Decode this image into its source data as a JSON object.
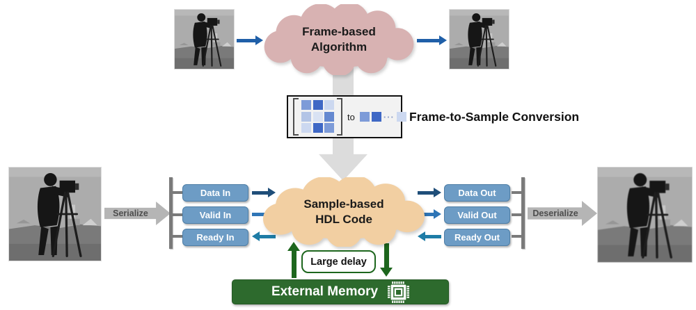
{
  "top": {
    "cloud_line1": "Frame-based",
    "cloud_line2": "Algorithm"
  },
  "conversion": {
    "label": "Frame-to-Sample Conversion",
    "to_text": "to",
    "dots": "···",
    "matrix_cells": [
      "#7d9bd8",
      "#3f68c5",
      "#ccd8f0",
      "#b3c4e6",
      "#d9e2f3",
      "#6488d0",
      "#ccd8f0",
      "#3f68c5",
      "#7d9bd8"
    ],
    "sample_cells": [
      "#7d9bd8",
      "#3f68c5",
      "#ccd8f0"
    ]
  },
  "hdl": {
    "cloud_line1": "Sample-based",
    "cloud_line2": "HDL Code",
    "serialize_label": "Serialize",
    "deserialize_label": "Deserialize",
    "in_ports": [
      "Data In",
      "Valid In",
      "Ready In"
    ],
    "out_ports": [
      "Data Out",
      "Valid Out",
      "Ready Out"
    ]
  },
  "memory": {
    "delay_label": "Large delay",
    "memory_label": "External Memory",
    "chip_icon": "memory-chip-icon"
  },
  "images": {
    "description": "cameraman grayscale test image"
  },
  "colors": {
    "frame_cloud": "#d8b2b2",
    "hdl_cloud": "#f2cfa2",
    "port_button": "#6d9cc5",
    "port_button_border": "#4e7ea6",
    "arrow_io_blue": "#1f5fa8",
    "arrow_data_blue": "#1f4e79",
    "arrow_valid_blue": "#2e75b6",
    "arrow_ready_teal": "#1e7ca6",
    "block_arrow_gray": "#b5b5b5",
    "conversion_arrow_gray": "#dcdcdc",
    "memory_green": "#2d6a2d",
    "delay_border_green": "#1d661d",
    "connector_gray": "#7a7a7a"
  }
}
